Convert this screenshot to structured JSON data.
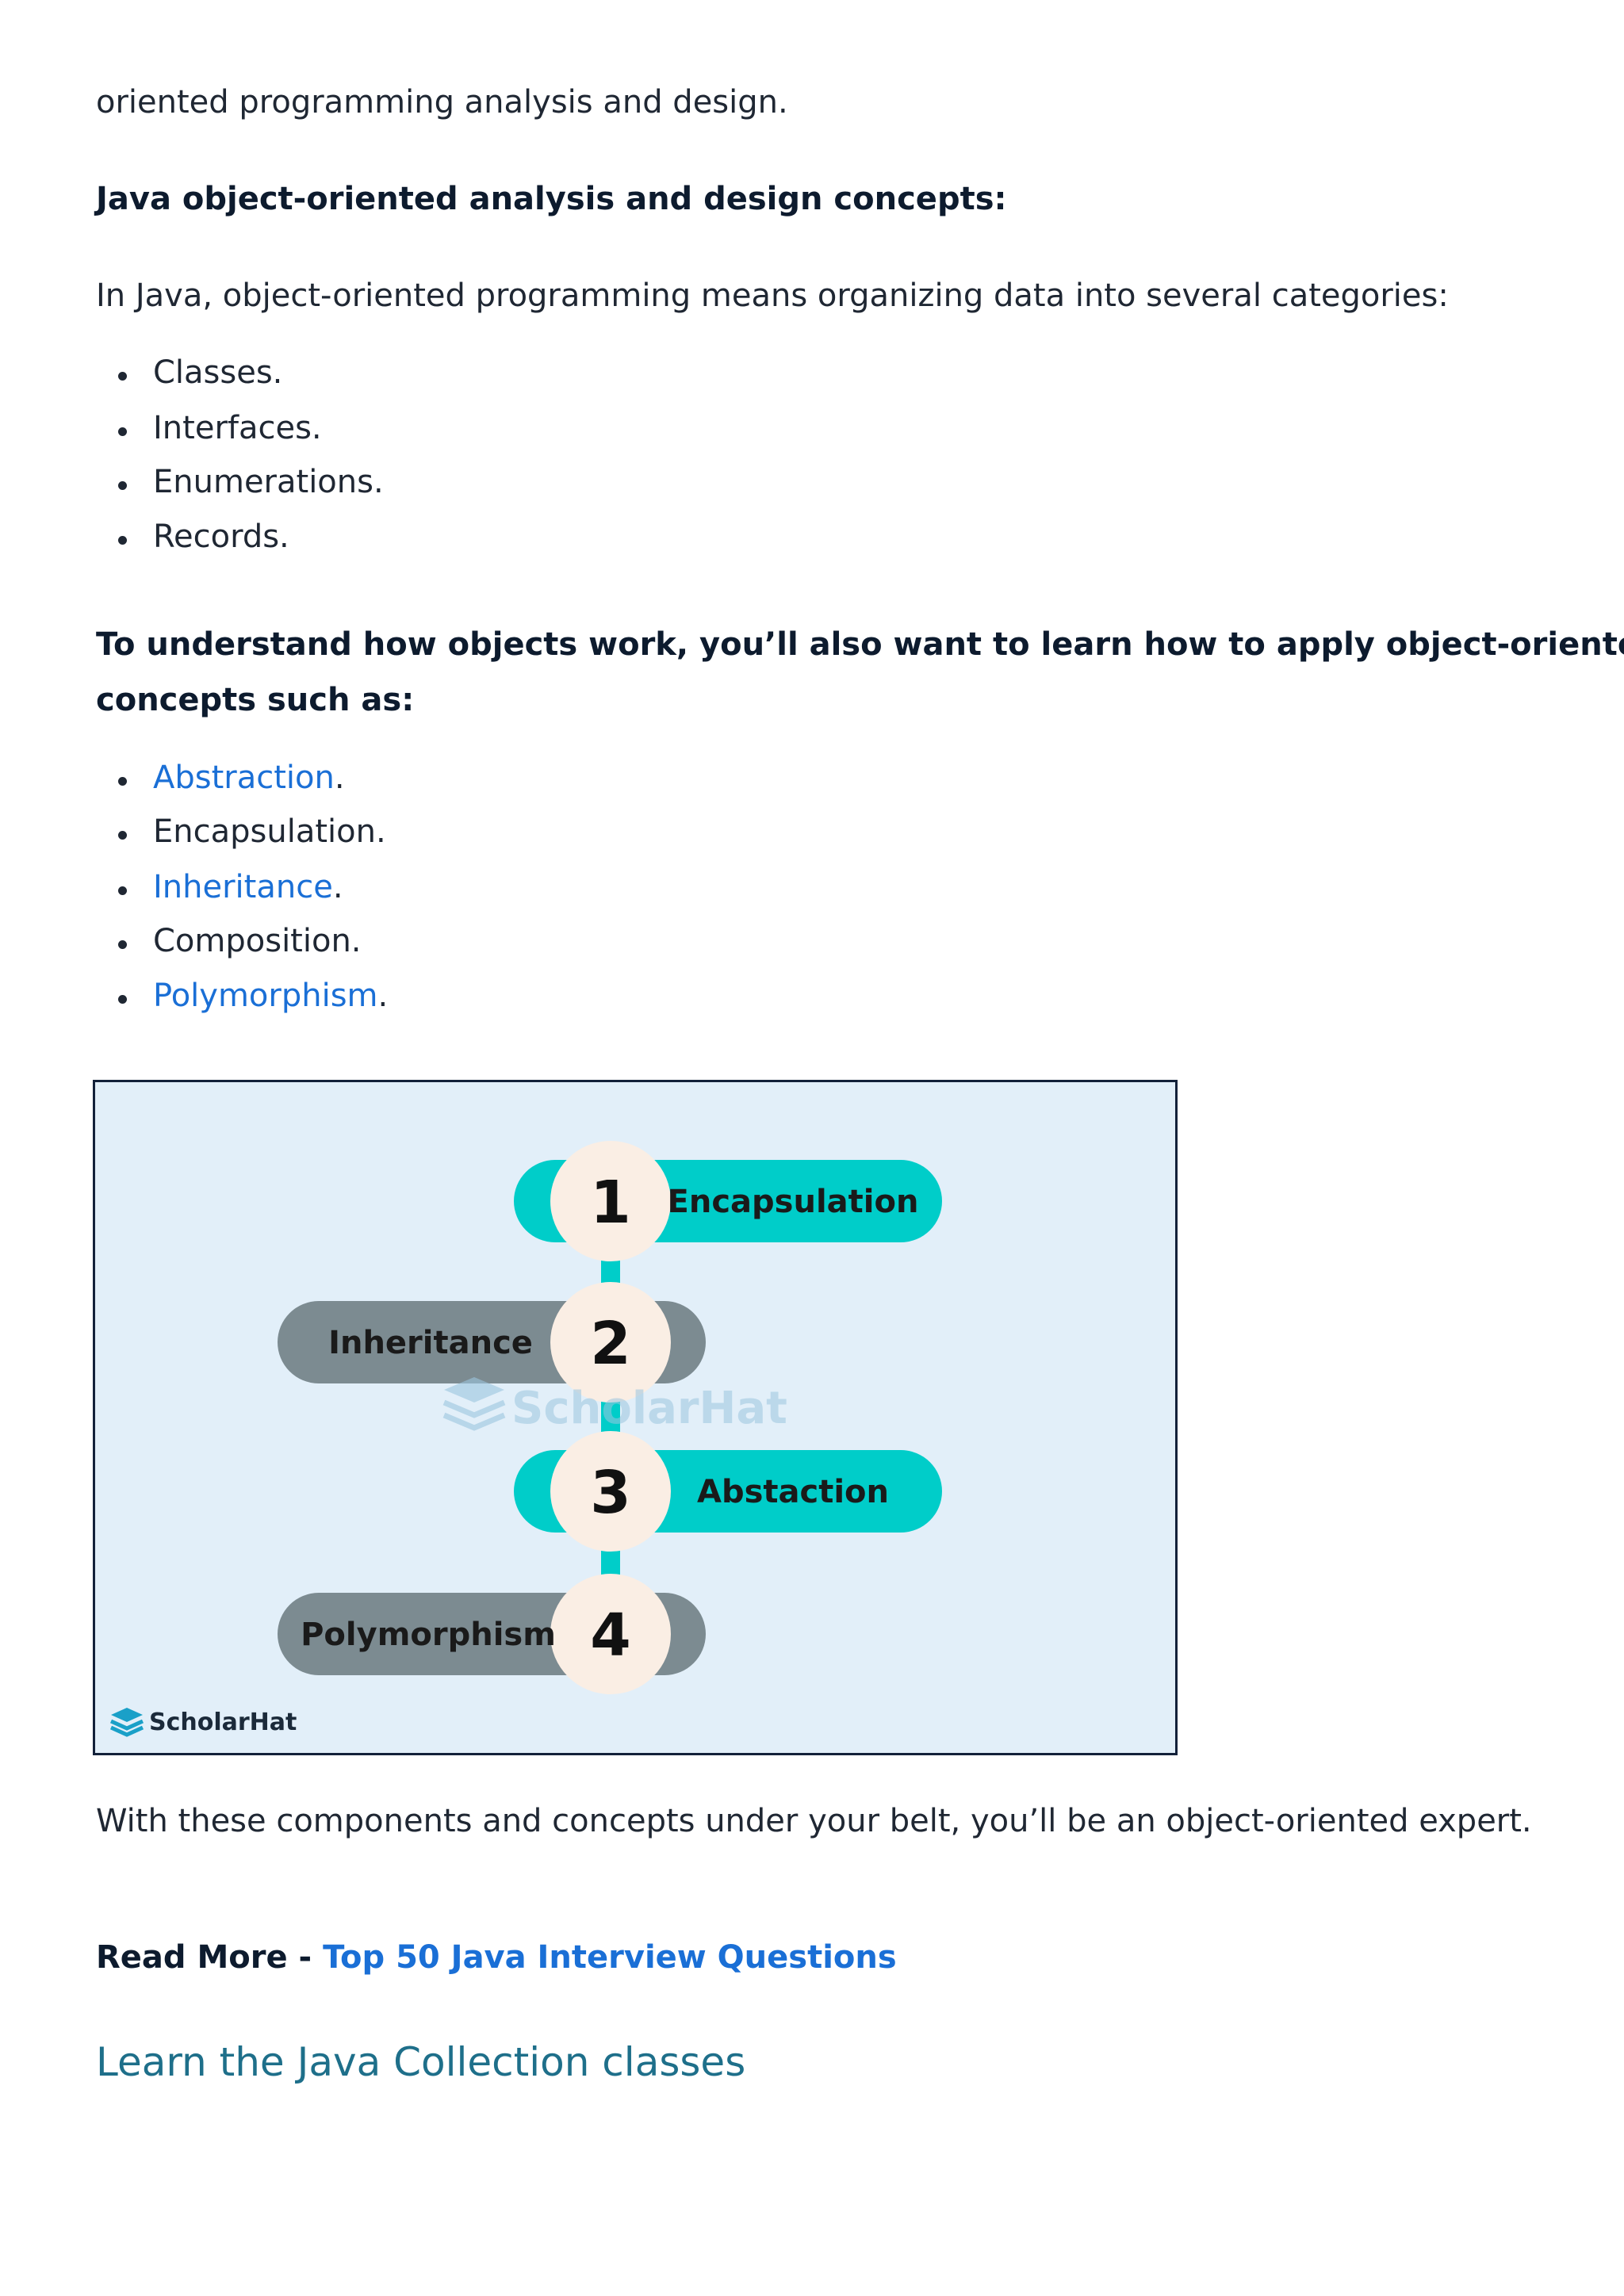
{
  "intro_tail": "oriented programming analysis and design.",
  "heading_concepts": "Java object-oriented analysis and design concepts:",
  "categories_intro": "In Java, object-oriented programming means organizing data into several categories:",
  "categories": [
    "Classes.",
    "Interfaces.",
    "Enumerations.",
    "Records."
  ],
  "concepts_heading_line1": "To understand how objects work, you’ll also want to learn how to apply object-oriented",
  "concepts_heading_line2": "concepts such as:",
  "concepts": [
    {
      "label": "Abstraction",
      "suffix": ".",
      "is_link": true
    },
    {
      "label": "Encapsulation.",
      "suffix": "",
      "is_link": false
    },
    {
      "label": "Inheritance",
      "suffix": ".",
      "is_link": true
    },
    {
      "label": "Composition.",
      "suffix": "",
      "is_link": false
    },
    {
      "label": "Polymorphism",
      "suffix": ".",
      "is_link": true
    }
  ],
  "figure": {
    "steps": [
      {
        "number": "1",
        "label": "Encapsulation",
        "side": "right",
        "color": "#00cdc9"
      },
      {
        "number": "2",
        "label": "Inheritance",
        "side": "left",
        "color": "#7c8b91"
      },
      {
        "number": "3",
        "label": "Abstaction",
        "side": "right",
        "color": "#00cdc9"
      },
      {
        "number": "4",
        "label": "Polymorphism",
        "side": "left",
        "color": "#7c8b91"
      }
    ],
    "watermark": "ScholarHat",
    "brand": "ScholarHat",
    "background": "#e2eff9",
    "circle_color": "#faeee4"
  },
  "closing": "With these components and concepts under your belt, you’ll be an object-oriented expert.",
  "read_more_prefix": "Read More - ",
  "read_more_link": "Top 50 Java Interview Questions",
  "next_heading": "Learn the Java Collection classes",
  "colors": {
    "link": "#1a6fd6",
    "heading_teal": "#1e6f8a",
    "text": "#1f2733"
  }
}
